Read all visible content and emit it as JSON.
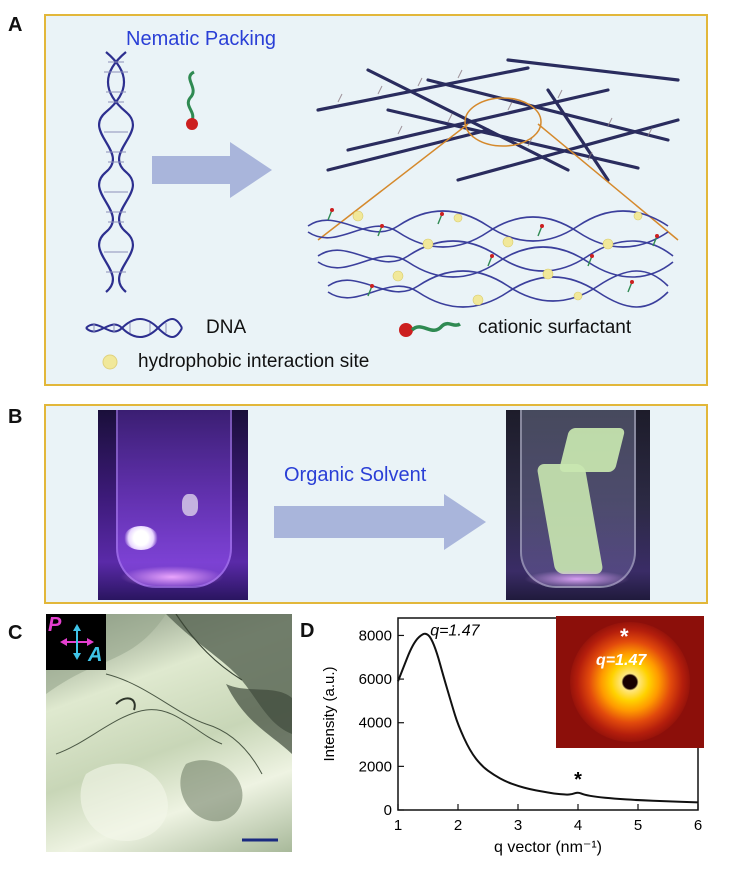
{
  "panels": {
    "a": {
      "label": "A",
      "title": "Nematic Packing",
      "legend": {
        "dna": "DNA",
        "surfactant": "cationic surfactant",
        "site": "hydrophobic interaction site"
      }
    },
    "b": {
      "label": "B",
      "arrow_text": "Organic Solvent"
    },
    "c": {
      "label": "C",
      "polarizer": "P",
      "analyzer": "A"
    },
    "d": {
      "label": "D",
      "inset_peak_label": "q=1.47",
      "inset_star": "*"
    }
  },
  "colors": {
    "frame_border": "#e2b73a",
    "arrow": "#a9b5db",
    "title_text": "#2a3fd6",
    "dna_strand": "#2d2f8f",
    "surfactant_head": "#cc1f1f",
    "surfactant_tail": "#2f8a52",
    "site": "#f1e89a",
    "uv_glow": "#7a2fd0",
    "film": "#c9e7b0"
  },
  "chart_data": {
    "type": "line",
    "title": "",
    "xlabel": "q vector (nm⁻¹)",
    "ylabel": "Intensity (a.u.)",
    "xlim": [
      1,
      6
    ],
    "ylim": [
      0,
      8800
    ],
    "xticks": [
      1,
      2,
      3,
      4,
      5,
      6
    ],
    "yticks": [
      0,
      2000,
      4000,
      6000,
      8000
    ],
    "grid": false,
    "series": [
      {
        "x": [
          1.0,
          1.1,
          1.2,
          1.3,
          1.4,
          1.47,
          1.55,
          1.65,
          1.75,
          1.9,
          2.0,
          2.2,
          2.4,
          2.6,
          2.8,
          3.0,
          3.2,
          3.4,
          3.6,
          3.8,
          3.9,
          4.0,
          4.1,
          4.3,
          4.6,
          5.0,
          5.5,
          6.0
        ],
        "y": [
          5900,
          6600,
          7300,
          7800,
          8050,
          8100,
          7900,
          7200,
          6200,
          4800,
          3900,
          2700,
          2000,
          1600,
          1300,
          1100,
          950,
          850,
          750,
          700,
          720,
          820,
          700,
          600,
          520,
          450,
          400,
          350
        ]
      }
    ],
    "annotations": [
      {
        "text": "q=1.47",
        "x": 1.47,
        "y": 8100
      },
      {
        "text": "*",
        "x": 4.0,
        "y": 820
      }
    ]
  }
}
